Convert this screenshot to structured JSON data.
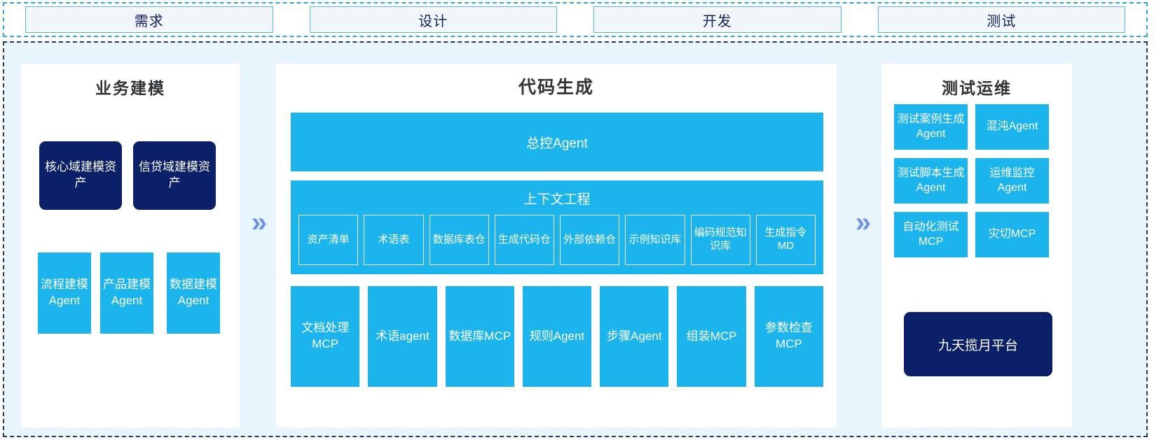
{
  "phases": {
    "items": [
      {
        "label": "需求"
      },
      {
        "label": "设计"
      },
      {
        "label": "开发"
      },
      {
        "label": "测试"
      }
    ]
  },
  "colors": {
    "cyan": "#1cb4ec",
    "navy": "#0c2069",
    "canvas_bg": "#e9f5fd",
    "arrow": "#6d93e6",
    "phase_fill": "#f1f6fa",
    "phase_border": "#59b6dd",
    "title_text": "#2f3336"
  },
  "arrows": {
    "first": "»",
    "second": "»"
  },
  "modeling": {
    "title": "业务建模",
    "assets": [
      {
        "label": "核心域建模资产"
      },
      {
        "label": "信贷域建模资产"
      }
    ],
    "agents": [
      {
        "label": "流程建模Agent"
      },
      {
        "label": "产品建模Agent"
      },
      {
        "label": "数据建模Agent"
      }
    ]
  },
  "codegen": {
    "title": "代码生成",
    "master_agent": "总控Agent",
    "context": {
      "title": "上下文工程",
      "items": [
        {
          "label": "资产清单"
        },
        {
          "label": "术语表"
        },
        {
          "label": "数据库表仓"
        },
        {
          "label": "生成代码仓"
        },
        {
          "label": "外部依赖仓"
        },
        {
          "label": "示例知识库"
        },
        {
          "label": "编码规范知识库"
        },
        {
          "label": "生成指令MD"
        }
      ]
    },
    "tools": [
      {
        "label": "文档处理MCP"
      },
      {
        "label": "术语agent"
      },
      {
        "label": "数据库MCP"
      },
      {
        "label": "规则Agent"
      },
      {
        "label": "步骤Agent"
      },
      {
        "label": "组装MCP"
      },
      {
        "label": "参数检查MCP"
      }
    ]
  },
  "testops": {
    "title": "测试运维",
    "tiles": [
      {
        "label": "测试案例生成Agent"
      },
      {
        "label": "混沌Agent"
      },
      {
        "label": "测试脚本生成Agent"
      },
      {
        "label": "运维监控Agent"
      },
      {
        "label": "自动化测试MCP"
      },
      {
        "label": "灾切MCP"
      }
    ],
    "platform": "九天揽月平台"
  }
}
